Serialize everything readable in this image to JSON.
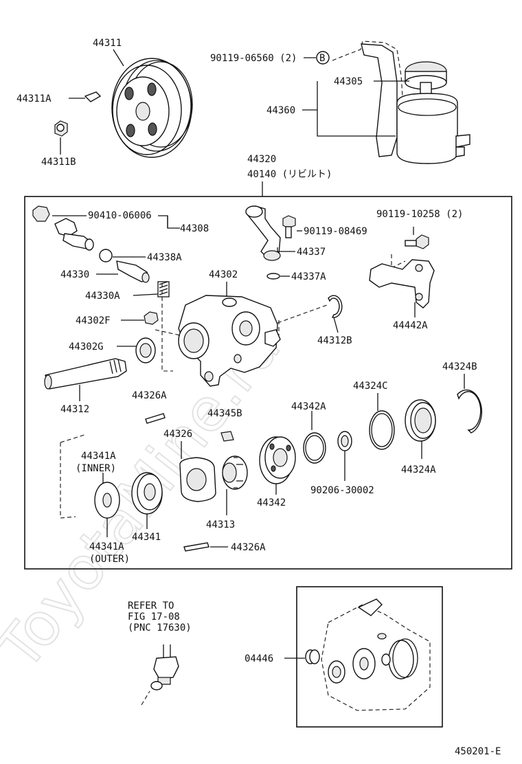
{
  "watermark": "ToyotaMine.ru",
  "diagram_id": "450201-E",
  "callout_b": "B",
  "labels": {
    "l44311": "44311",
    "l44311A": "44311A",
    "l44311B": "44311B",
    "l90119_06560": "90119-06560 (2)",
    "l44305": "44305",
    "l44360": "44360",
    "l44320": "44320",
    "l40140": "40140 (リビルト)",
    "l90410_06006": "90410-06006",
    "l44308": "44308",
    "l44338A": "44338A",
    "l44330": "44330",
    "l44330A": "44330A",
    "l44302F": "44302F",
    "l44302G": "44302G",
    "l44302": "44302",
    "l44312": "44312",
    "l44326A_top": "44326A",
    "l90119_08469": "90119-08469",
    "l44337": "44337",
    "l44337A": "44337A",
    "l44312B": "44312B",
    "l90119_10258": "90119-10258 (2)",
    "l44442A": "44442A",
    "l44324B": "44324B",
    "l44324C": "44324C",
    "l44342A": "44342A",
    "l44345B": "44345B",
    "l44326": "44326",
    "l44341A_inner": "44341A",
    "l_inner": "(INNER)",
    "l44324A": "44324A",
    "l90206_30002": "90206-30002",
    "l44342": "44342",
    "l44313": "44313",
    "l44341": "44341",
    "l44341A_outer": "44341A",
    "l_outer": "(OUTER)",
    "l44326A_bottom": "44326A",
    "refer_line1": "REFER TO",
    "refer_line2": "FIG 17-08",
    "refer_line3": "(PNC 17630)",
    "l04446": "04446"
  }
}
